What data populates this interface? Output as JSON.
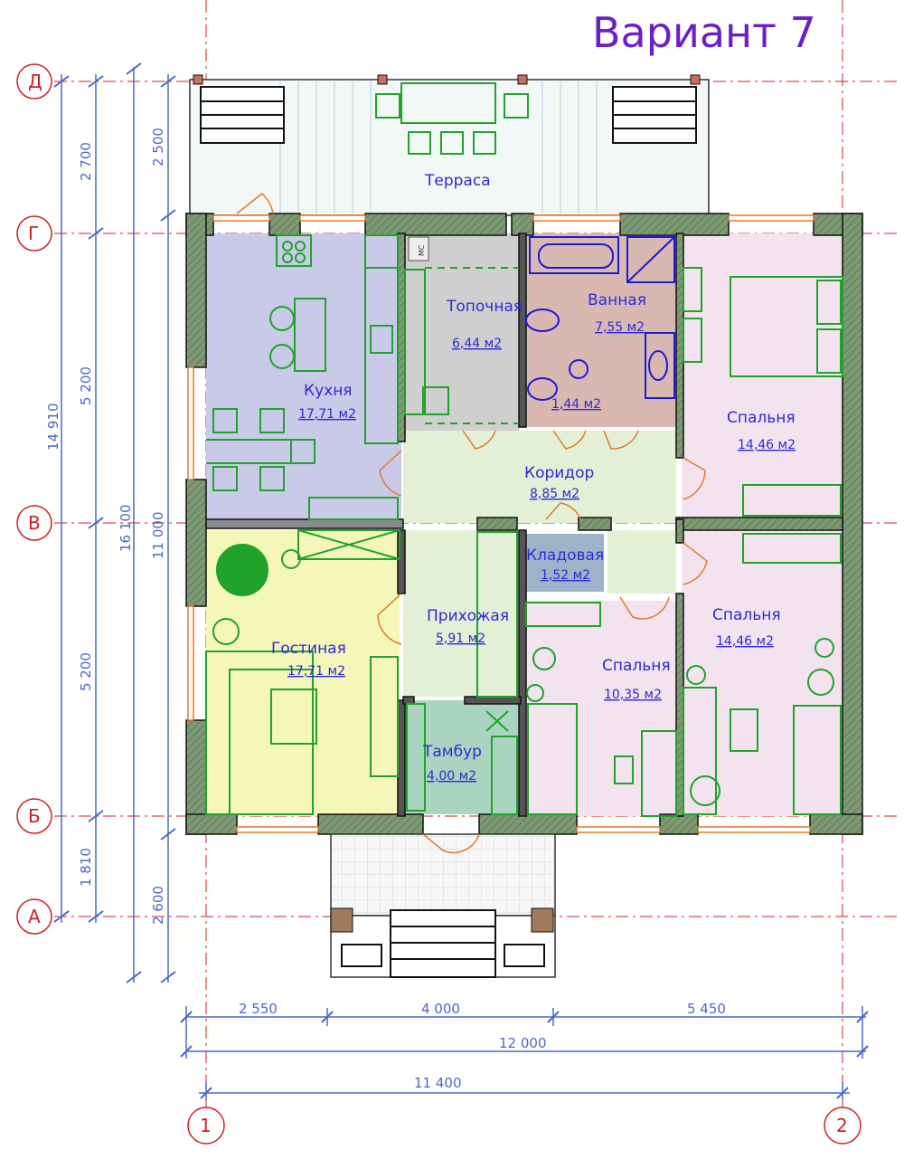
{
  "title": "Вариант 7",
  "rooms": [
    {
      "id": "kitchen",
      "name": "Кухня",
      "area": "17,71 м2"
    },
    {
      "id": "boiler",
      "name": "Топочная",
      "area": "6,44 м2"
    },
    {
      "id": "bath",
      "name": "Ванная",
      "area": "7,55 м2"
    },
    {
      "id": "wc",
      "name": "",
      "area": "1,44 м2"
    },
    {
      "id": "bed1",
      "name": "Спальня",
      "area": "14,46 м2"
    },
    {
      "id": "corridor",
      "name": "Коридор",
      "area": "8,85 м2"
    },
    {
      "id": "storage",
      "name": "Кладовая",
      "area": "1,52 м2"
    },
    {
      "id": "hall",
      "name": "Прихожая",
      "area": "5,91 м2"
    },
    {
      "id": "living",
      "name": "Гостиная",
      "area": "17,71 м2"
    },
    {
      "id": "vestibule",
      "name": "Тамбур",
      "area": "4,00 м2"
    },
    {
      "id": "bed3",
      "name": "Спальня",
      "area": "10,35 м2"
    },
    {
      "id": "bed2",
      "name": "Спальня",
      "area": "14,46 м2"
    }
  ],
  "terrace": "Терраса",
  "fixture_label": "МС",
  "axes_rows": [
    "Д",
    "Г",
    "В",
    "Б",
    "А"
  ],
  "axes_cols": [
    "1",
    "2"
  ],
  "dims_left_outer": [
    "2 700",
    "5 200",
    "5 200",
    "1 810"
  ],
  "dims_left_total": "14 910",
  "dims_mid_total": "16 100",
  "dims_right": [
    "2 500",
    "11 000",
    "2 600"
  ],
  "dims_bottom_row1": [
    "2 550",
    "4 000",
    "5 450"
  ],
  "dims_bottom_total": "12 000",
  "dims_bottom_axes": "11 400",
  "colors": {
    "kitchen": "#c9c9e8",
    "boiler": "#cfcfcf",
    "bath": "#d9b8b2",
    "bedroom": "#f3e3ee",
    "corridor": "#e3f0d6",
    "living": "#f5f7b8",
    "storage": "#9fb3c8",
    "vestibule": "#a9d4bf",
    "wall": "#7d9a74",
    "furniture": "#1fa32a",
    "axis": "#d11f1f",
    "dimension": "#4a68c8",
    "text": "#2b2bd6",
    "title": "#6a1fc8"
  }
}
